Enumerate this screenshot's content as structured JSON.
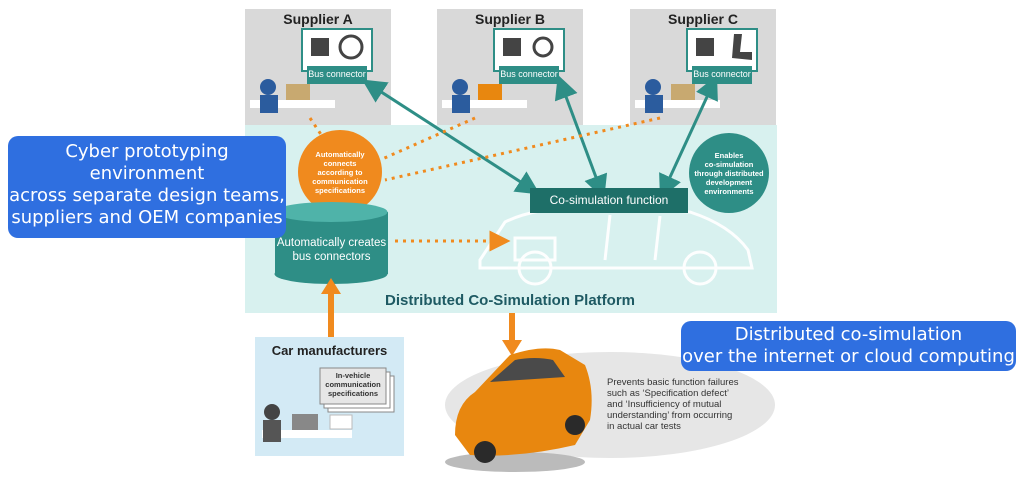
{
  "suppliers": [
    {
      "title": "Supplier A",
      "bus": "Bus connector",
      "icon": "steering-wheel-icon"
    },
    {
      "title": "Supplier B",
      "bus": "Bus connector",
      "icon": "engine-icon"
    },
    {
      "title": "Supplier C",
      "bus": "Bus connector",
      "icon": "car-seat-icon"
    }
  ],
  "callouts": {
    "left_lines": [
      "Cyber prototyping",
      "environment",
      "across separate design teams,",
      "suppliers and OEM companies"
    ],
    "right_lines": [
      "Distributed co-simulation",
      "over the internet or cloud computing"
    ]
  },
  "orange_circle": [
    "Automatically",
    "connects",
    "according to",
    "communication",
    "specifications"
  ],
  "teal_circle": [
    "Enables",
    "co-simulation",
    "through distributed",
    "development",
    "environments"
  ],
  "database": [
    "Automatically creates",
    "bus connectors"
  ],
  "cosim_function": "Co-simulation function",
  "platform_title": "Distributed Co-Simulation Platform",
  "car_manufacturers": {
    "title": "Car manufacturers",
    "doc": [
      "In-vehicle",
      "communication",
      "specifications"
    ]
  },
  "outcome_note": [
    "Prevents basic function failures",
    "such as ‘Specification defect’",
    "and ‘Insufficiency of mutual",
    "understanding’ from occurring",
    "in actual car tests"
  ],
  "colors": {
    "callout_blue": "#2f6fe0",
    "platform_bg": "#d8f1ef",
    "teal": "#2e8e86",
    "teal_dark": "#1e5a63",
    "orange": "#f08a1e",
    "car_orange": "#e8870f",
    "panel_gray": "#d9d9d9"
  }
}
